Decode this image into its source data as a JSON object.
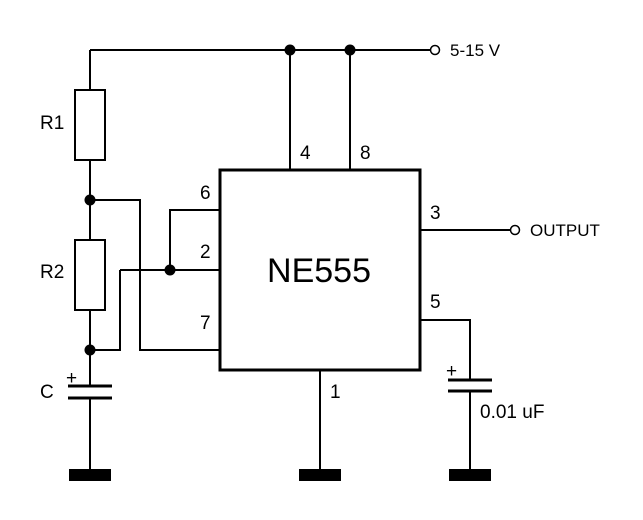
{
  "chip": {
    "name": "NE555"
  },
  "supply": {
    "label": "5-15 V"
  },
  "output": {
    "label": "OUTPUT"
  },
  "components": {
    "r1": "R1",
    "r2": "R2",
    "c": "C",
    "c_polarity": "+",
    "c5": "0.01 uF",
    "c5_polarity": "+"
  },
  "pins": {
    "p1": "1",
    "p2": "2",
    "p3": "3",
    "p4": "4",
    "p5": "5",
    "p6": "6",
    "p7": "7",
    "p8": "8"
  },
  "colors": {
    "ink": "#000000",
    "background": "#ffffff"
  }
}
